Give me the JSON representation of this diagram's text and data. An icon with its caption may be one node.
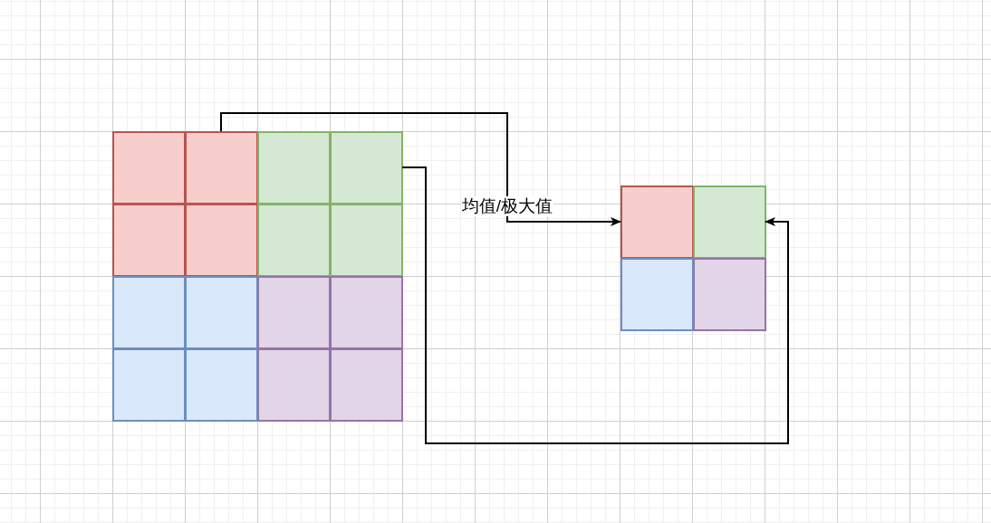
{
  "diagram": {
    "nodes": [
      {
        "text": [],
        "shape": "box"
      },
      {
        "text": [],
        "shape": "box"
      },
      {
        "text": [],
        "shape": "box"
      },
      {
        "text": [],
        "shape": "box"
      },
      {
        "text": [],
        "shape": "box"
      },
      {
        "text": [],
        "shape": "box"
      },
      {
        "text": [],
        "shape": "box"
      },
      {
        "text": [],
        "shape": "box"
      },
      {
        "text": [],
        "shape": "box"
      },
      {
        "text": [],
        "shape": "box"
      },
      {
        "text": [],
        "shape": "box"
      },
      {
        "text": [],
        "shape": "box"
      },
      {
        "text": [],
        "shape": "box"
      },
      {
        "text": [],
        "shape": "box"
      },
      {
        "text": [],
        "shape": "box"
      },
      {
        "text": [],
        "shape": "box"
      },
      {
        "text": [],
        "shape": "box"
      },
      {
        "text": [],
        "shape": "box"
      },
      {
        "text": [],
        "shape": "box"
      },
      {
        "text": [],
        "shape": "box"
      }
    ],
    "edges": [
      {
        "from": 1,
        "to": 16,
        "arrow": "to",
        "label": "均值/极大值"
      },
      {
        "from": 3,
        "to": 17,
        "arrow": "to"
      }
    ]
  }
}
